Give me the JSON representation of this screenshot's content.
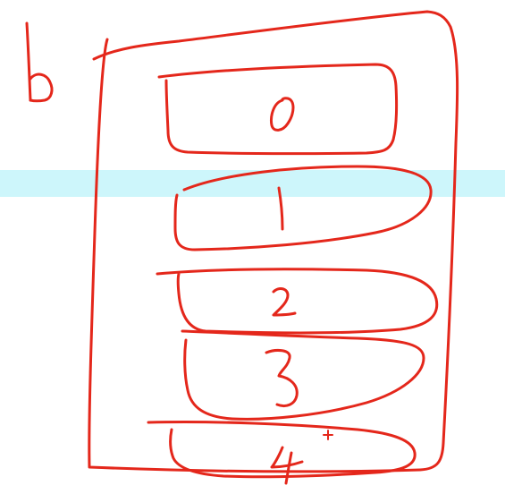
{
  "canvas": {
    "background_color": "#ffffff",
    "ink_color": "#e4271b",
    "highlight_color": "#cdf6fb"
  },
  "drawing": {
    "label": "b",
    "slots": [
      {
        "index": "0"
      },
      {
        "index": "1"
      },
      {
        "index": "2"
      },
      {
        "index": "3"
      },
      {
        "index": "4"
      }
    ]
  }
}
